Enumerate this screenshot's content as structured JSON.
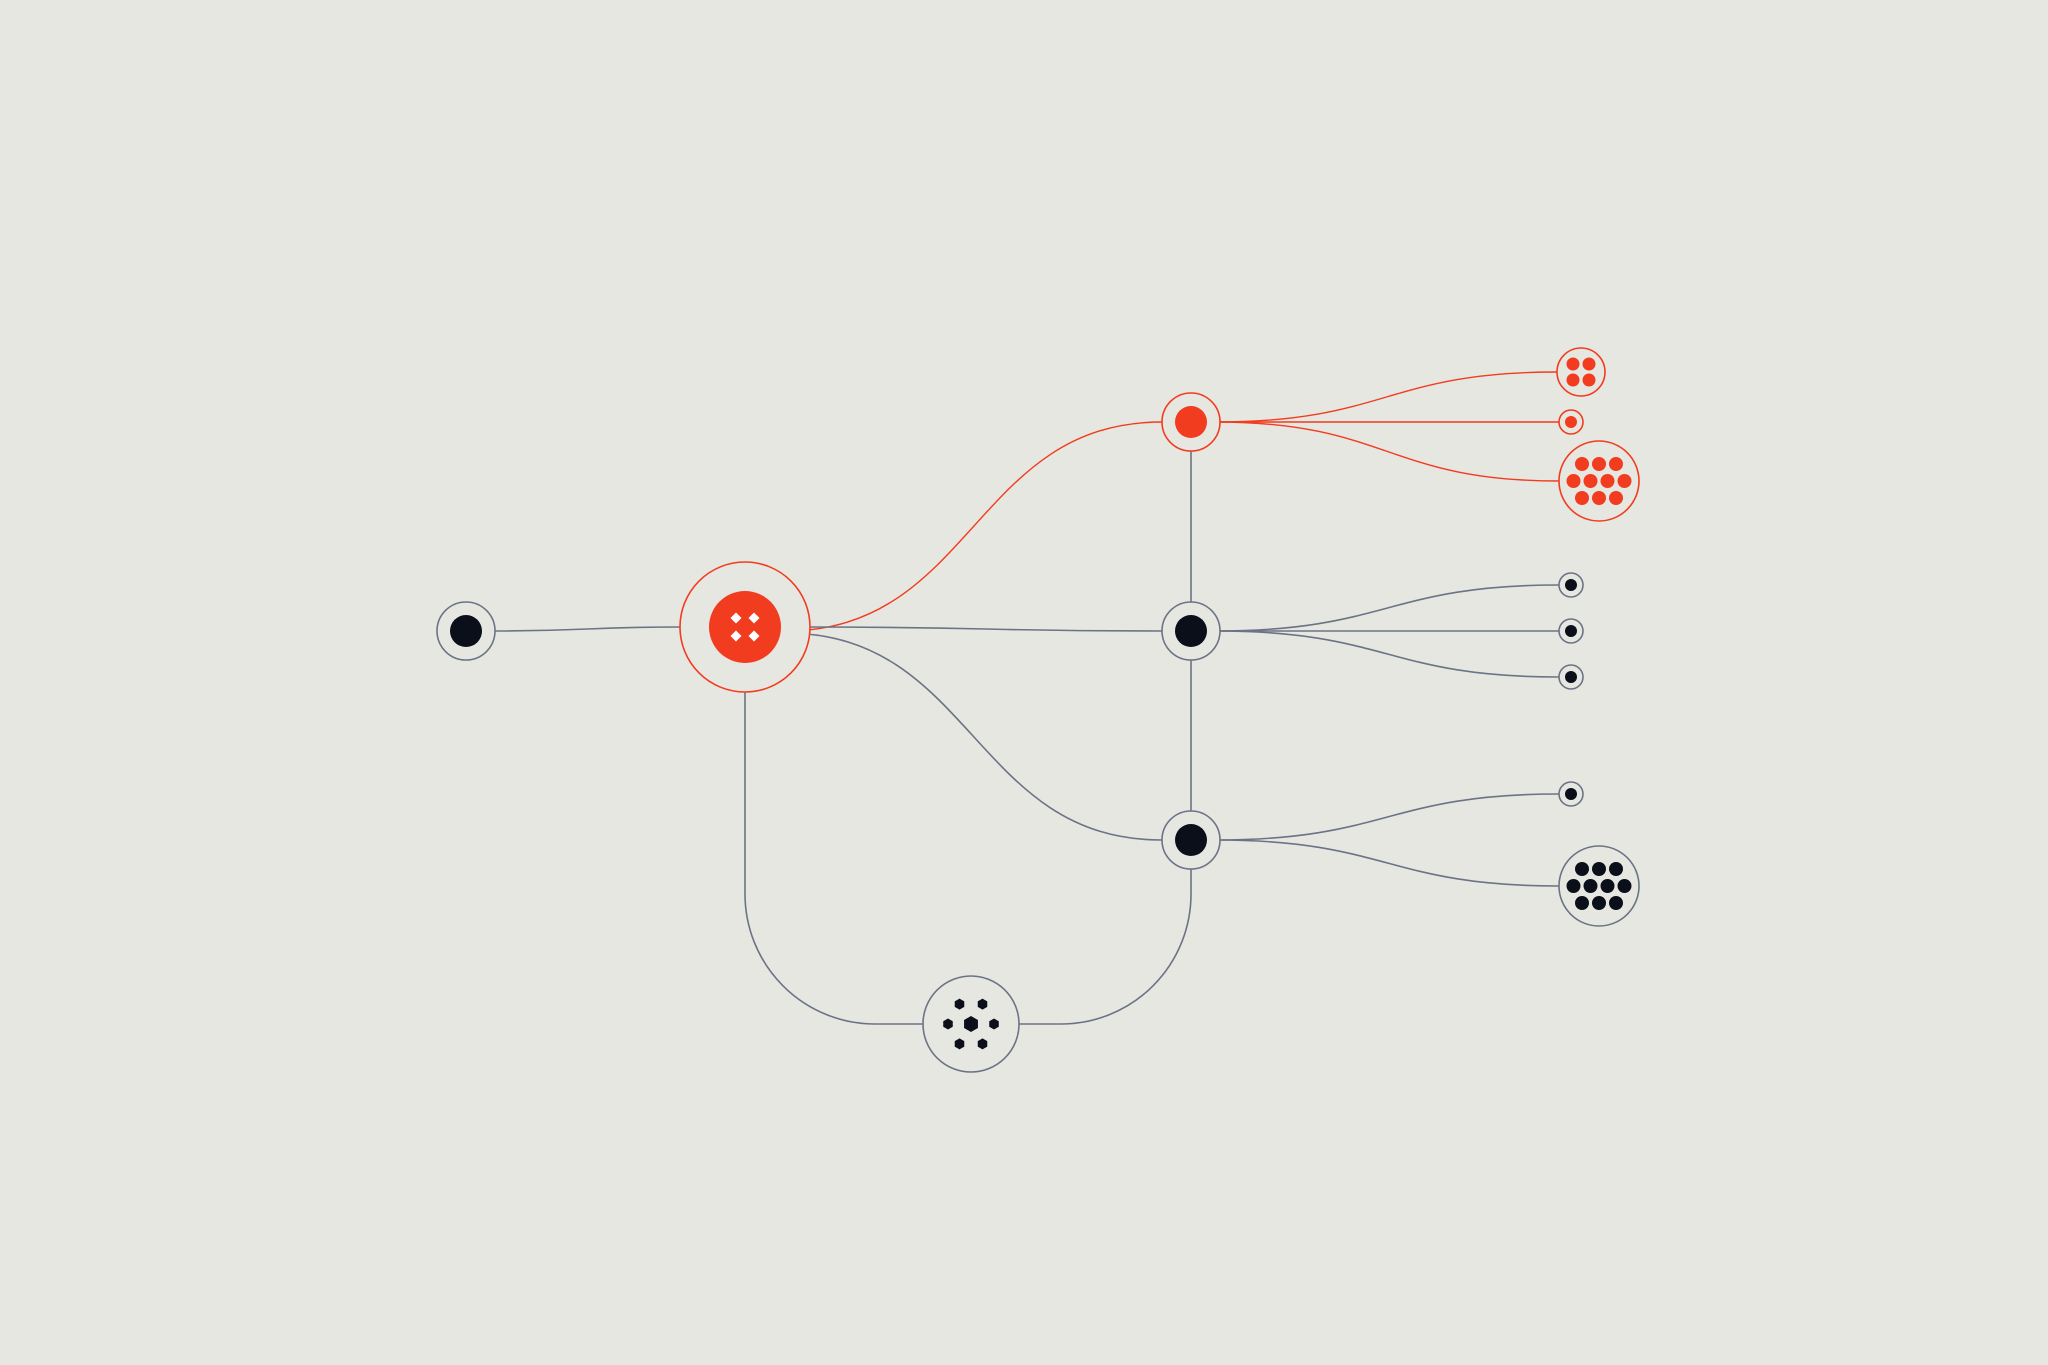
{
  "colors": {
    "background": "#E7E7E2",
    "accent": "#F23C1F",
    "edge_grey": "#6B7485",
    "node_fill": "#0B0F1A",
    "white": "#FFFFFF"
  },
  "diagram": {
    "nodes": [
      {
        "id": "source",
        "icon": "single-dot-icon",
        "highlighted": false
      },
      {
        "id": "hub",
        "icon": "four-diamond-icon",
        "highlighted": true
      },
      {
        "id": "branch-top",
        "icon": "single-dot-icon",
        "highlighted": true
      },
      {
        "id": "branch-middle",
        "icon": "single-dot-icon",
        "highlighted": false
      },
      {
        "id": "branch-bottom",
        "icon": "single-dot-icon",
        "highlighted": false
      },
      {
        "id": "cluster-hexagon",
        "icon": "hexagon-cluster-icon",
        "highlighted": false
      },
      {
        "id": "leaf-red-4",
        "icon": "four-dot-cluster-icon",
        "highlighted": true
      },
      {
        "id": "leaf-red-1",
        "icon": "single-dot-icon",
        "highlighted": true
      },
      {
        "id": "leaf-red-12",
        "icon": "twelve-dot-cluster-icon",
        "highlighted": true
      },
      {
        "id": "leaf-black-a",
        "icon": "single-dot-icon",
        "highlighted": false
      },
      {
        "id": "leaf-black-b",
        "icon": "single-dot-icon",
        "highlighted": false
      },
      {
        "id": "leaf-black-c",
        "icon": "single-dot-icon",
        "highlighted": false
      },
      {
        "id": "leaf-black-d",
        "icon": "single-dot-icon",
        "highlighted": false
      },
      {
        "id": "leaf-black-12",
        "icon": "twelve-dot-cluster-icon",
        "highlighted": false
      }
    ],
    "edges": [
      {
        "from": "source",
        "to": "hub",
        "highlighted": false
      },
      {
        "from": "hub",
        "to": "branch-top",
        "highlighted": true
      },
      {
        "from": "hub",
        "to": "branch-middle",
        "highlighted": false
      },
      {
        "from": "hub",
        "to": "branch-bottom",
        "highlighted": false
      },
      {
        "from": "hub",
        "to": "cluster-hexagon",
        "highlighted": false
      },
      {
        "from": "cluster-hexagon",
        "to": "branch-bottom",
        "highlighted": false
      },
      {
        "from": "branch-top",
        "to": "branch-middle",
        "highlighted": false
      },
      {
        "from": "branch-middle",
        "to": "branch-bottom",
        "highlighted": false
      },
      {
        "from": "branch-top",
        "to": "leaf-red-4",
        "highlighted": true
      },
      {
        "from": "branch-top",
        "to": "leaf-red-1",
        "highlighted": true
      },
      {
        "from": "branch-top",
        "to": "leaf-red-12",
        "highlighted": true
      },
      {
        "from": "branch-middle",
        "to": "leaf-black-a",
        "highlighted": false
      },
      {
        "from": "branch-middle",
        "to": "leaf-black-b",
        "highlighted": false
      },
      {
        "from": "branch-middle",
        "to": "leaf-black-c",
        "highlighted": false
      },
      {
        "from": "branch-bottom",
        "to": "leaf-black-d",
        "highlighted": false
      },
      {
        "from": "branch-bottom",
        "to": "leaf-black-12",
        "highlighted": false
      }
    ]
  }
}
